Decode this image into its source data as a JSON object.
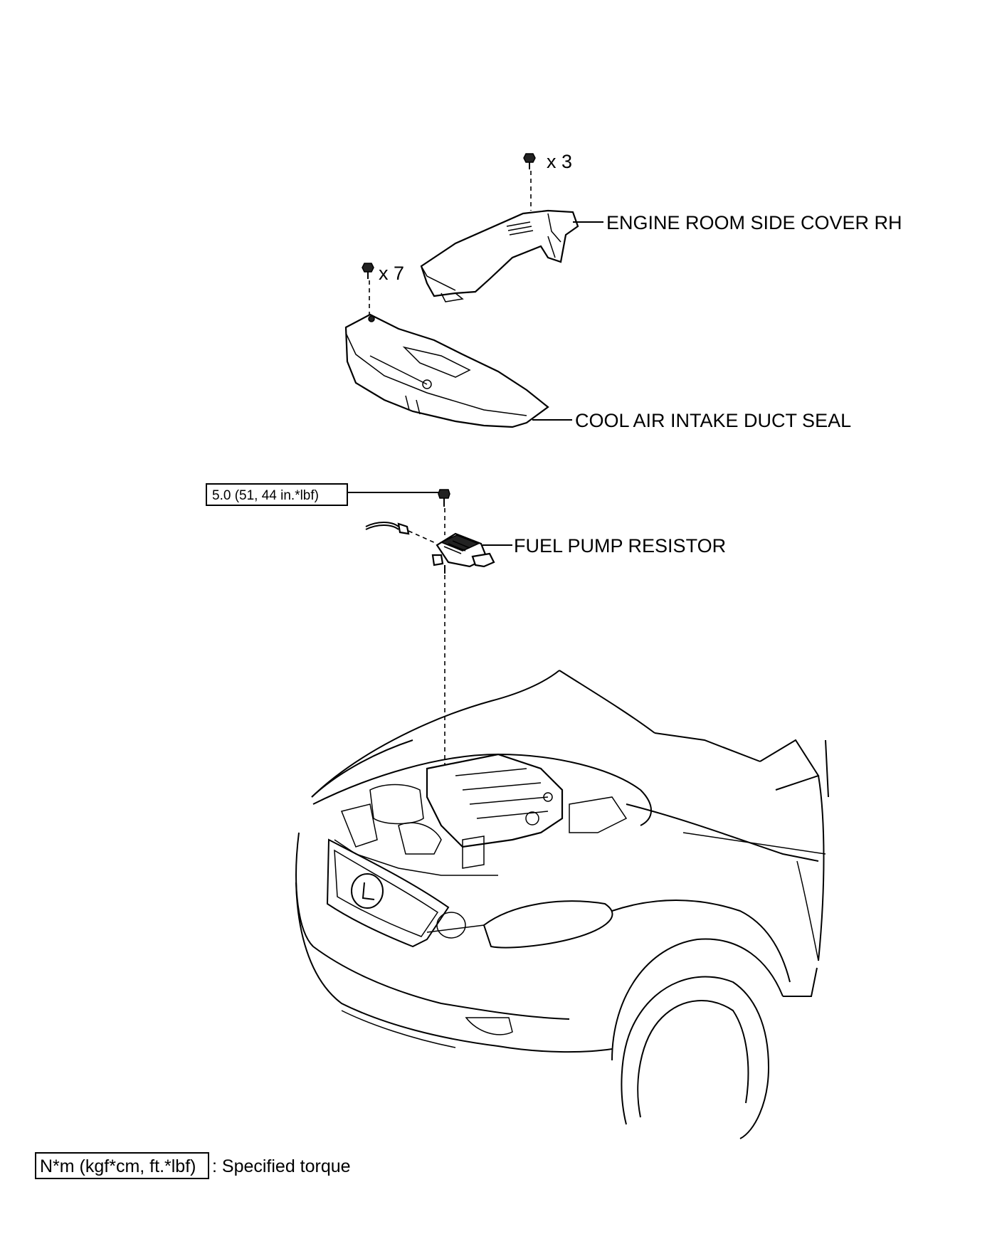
{
  "labels": {
    "bolt_qty_top": "x 3",
    "engine_room_side_cover": "ENGINE ROOM SIDE COVER RH",
    "bolt_qty_mid": "x 7",
    "cool_air_intake_duct_seal": "COOL AIR INTAKE DUCT SEAL",
    "torque_spec": "5.0 (51, 44 in.*lbf)",
    "fuel_pump_resistor": "FUEL PUMP RESISTOR"
  },
  "legend": {
    "unit_box": "N*m (kgf*cm, ft.*lbf)",
    "description": ": Specified torque"
  }
}
